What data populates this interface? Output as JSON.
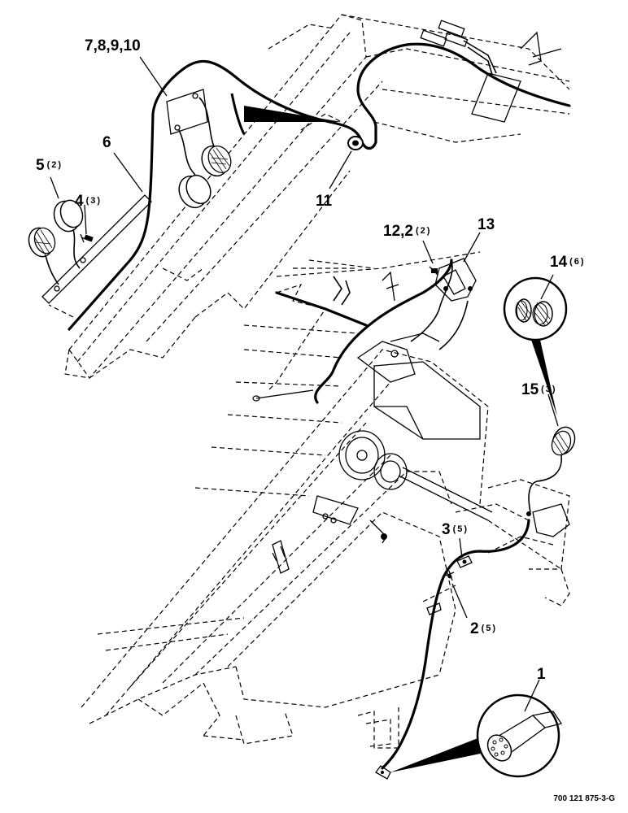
{
  "callouts": [
    {
      "id": "c-7-8-9-10",
      "num": "7,8,9,10",
      "qty": ""
    },
    {
      "id": "c-6",
      "num": "6",
      "qty": ""
    },
    {
      "id": "c-5",
      "num": "5",
      "qty": "(2)"
    },
    {
      "id": "c-4",
      "num": "4",
      "qty": "(3)"
    },
    {
      "id": "c-11",
      "num": "11",
      "qty": ""
    },
    {
      "id": "c-12-2",
      "num": "12,2",
      "qty": "(2)"
    },
    {
      "id": "c-13",
      "num": "13",
      "qty": ""
    },
    {
      "id": "c-14",
      "num": "14",
      "qty": "(6)"
    },
    {
      "id": "c-15",
      "num": "15",
      "qty": "(3)"
    },
    {
      "id": "c-3",
      "num": "3",
      "qty": "(5)"
    },
    {
      "id": "c-2",
      "num": "2",
      "qty": "(5)"
    },
    {
      "id": "c-1",
      "num": "1",
      "qty": ""
    }
  ],
  "document_number": "700 121 875-3-G"
}
